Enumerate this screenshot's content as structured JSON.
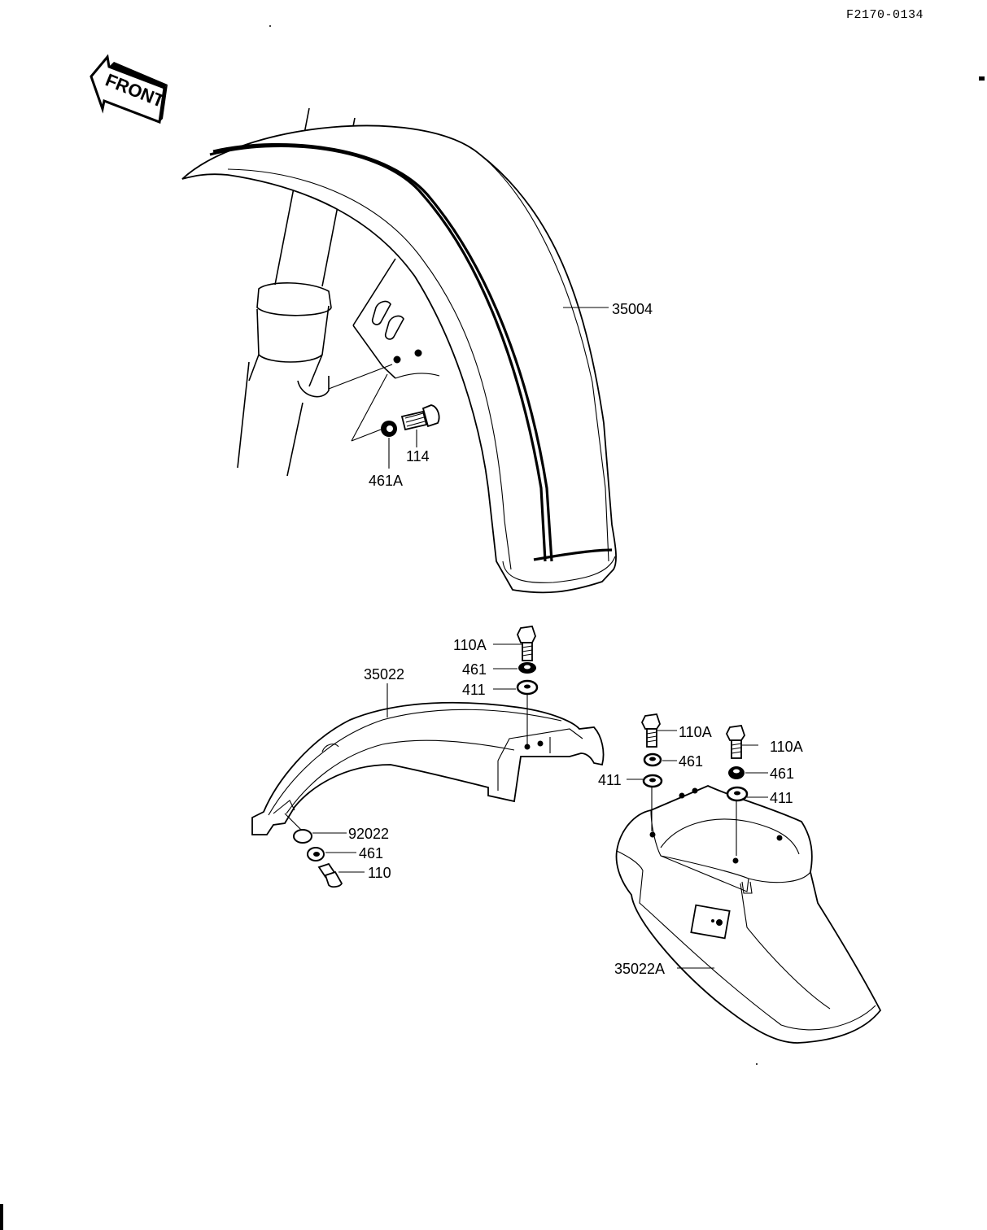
{
  "diagram_code": "F2170-0134",
  "direction_label": "FRONT",
  "callouts": {
    "front_fender": "35004",
    "front_bolt": "114",
    "front_washer": "461A",
    "rear_fender": "35022",
    "rear_top_bolt": "110A",
    "rear_top_washer": "461",
    "rear_top_spacer": "411",
    "rear_low_spacer": "92022",
    "rear_low_washer": "461",
    "rear_low_bolt": "110",
    "flap_bolt_left": "110A",
    "flap_washer_left": "461",
    "flap_spacer_left": "411",
    "flap_bolt_right": "110A",
    "flap_washer_right": "461",
    "flap_spacer_right": "411",
    "rear_flap": "35022A"
  }
}
